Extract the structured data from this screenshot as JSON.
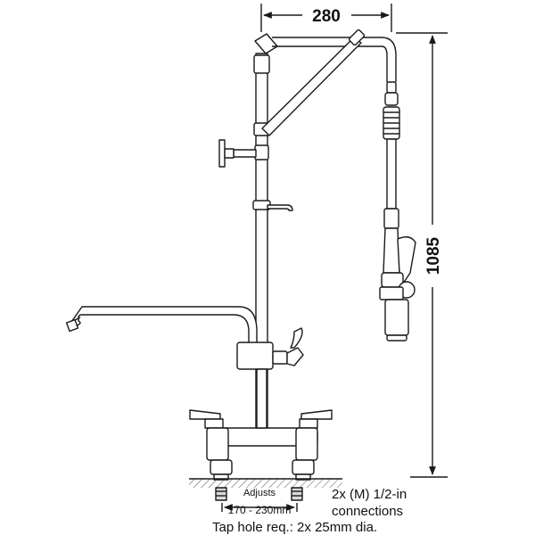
{
  "dimensions": {
    "width_label": "280",
    "height_label": "1085"
  },
  "notes": {
    "adjusts_title": "Adjusts",
    "adjusts_range": "170 - 230mm",
    "connections_line1_prefix": "2x (M) ",
    "connections_line1_fraction": "1/2-in",
    "connections_line2": "connections",
    "tap_hole": "Tap hole req.: 2x 25mm dia."
  },
  "colors": {
    "line": "#1a1a1a",
    "fill": "#ffffff",
    "counter_hatch": "#555555"
  }
}
